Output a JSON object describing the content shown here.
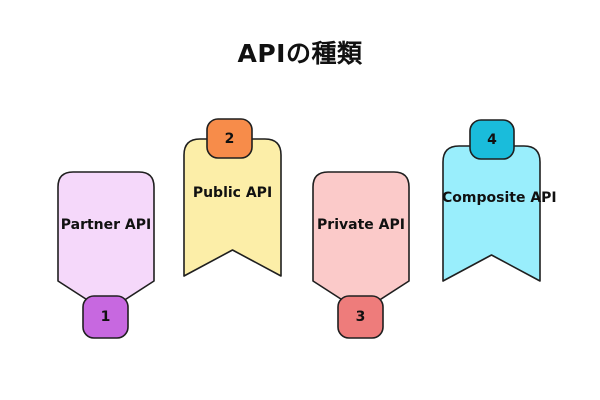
{
  "title": "APIの種類",
  "colors": {
    "background": "#ffffff",
    "border": "#1f1f1f",
    "text": "#111111"
  },
  "cards": [
    {
      "label": "Partner API",
      "number": "1",
      "banner_color": "#f5d8fa",
      "badge_color": "#c768e0"
    },
    {
      "label": "Public API",
      "number": "2",
      "banner_color": "#fceea8",
      "badge_color": "#f78c4a"
    },
    {
      "label": "Private API",
      "number": "3",
      "banner_color": "#fbcac9",
      "badge_color": "#ee7c7b"
    },
    {
      "label": "Composite API",
      "number": "4",
      "banner_color": "#99eefc",
      "badge_color": "#1abcdb"
    }
  ]
}
